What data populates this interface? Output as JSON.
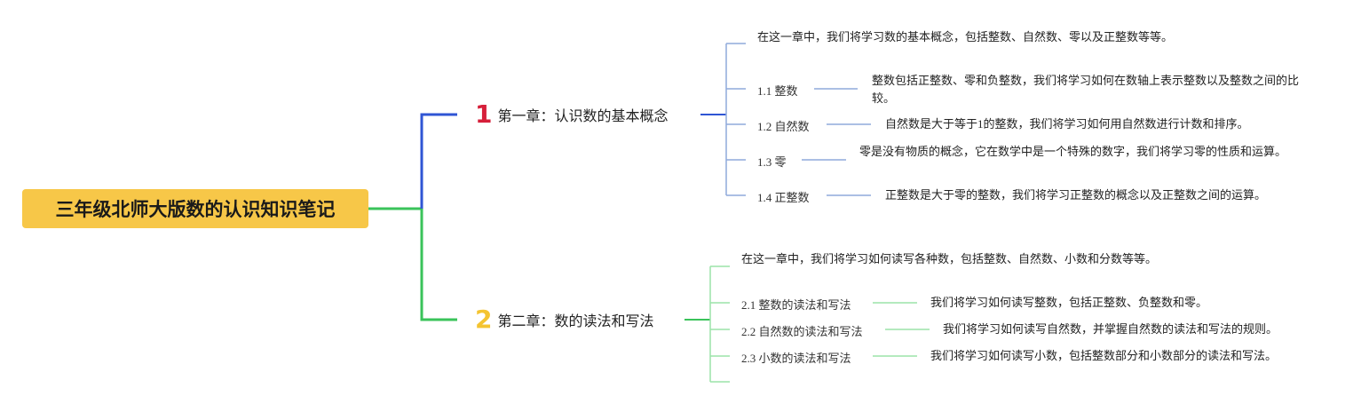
{
  "root": {
    "title": "三年级北师大版数的认识知识笔记"
  },
  "colors": {
    "root_bg": "#f7c748",
    "branch1": "#2f55d4",
    "branch2": "#3ac35a",
    "sub1": "#8faadc",
    "sub2": "#9be3a9",
    "badge1": "#d61f3a",
    "badge2": "#f4c431"
  },
  "chapters": [
    {
      "badge": "1",
      "title": "第一章：认识数的基本概念",
      "intro": "在这一章中，我们将学习数的基本概念，包括整数、自然数、零以及正整数等等。",
      "topics": [
        {
          "label": "1.1 整数",
          "desc": "整数包括正整数、零和负整数，我们将学习如何在数轴上表示整数以及整数之间的比较。"
        },
        {
          "label": "1.2 自然数",
          "desc": "自然数是大于等于1的整数，我们将学习如何用自然数进行计数和排序。"
        },
        {
          "label": "1.3 零",
          "desc": "零是没有物质的概念，它在数学中是一个特殊的数字，我们将学习零的性质和运算。"
        },
        {
          "label": "1.4 正整数",
          "desc": "正整数是大于零的整数，我们将学习正整数的概念以及正整数之间的运算。"
        }
      ]
    },
    {
      "badge": "2",
      "title": "第二章：数的读法和写法",
      "intro": "在这一章中，我们将学习如何读写各种数，包括整数、自然数、小数和分数等等。",
      "topics": [
        {
          "label": "2.1 整数的读法和写法",
          "desc": "我们将学习如何读写整数，包括正整数、负整数和零。"
        },
        {
          "label": "2.2 自然数的读法和写法",
          "desc": "我们将学习如何读写自然数，并掌握自然数的读法和写法的规则。"
        },
        {
          "label": "2.3 小数的读法和写法",
          "desc": "我们将学习如何读写小数，包括整数部分和小数部分的读法和写法。"
        }
      ]
    }
  ]
}
